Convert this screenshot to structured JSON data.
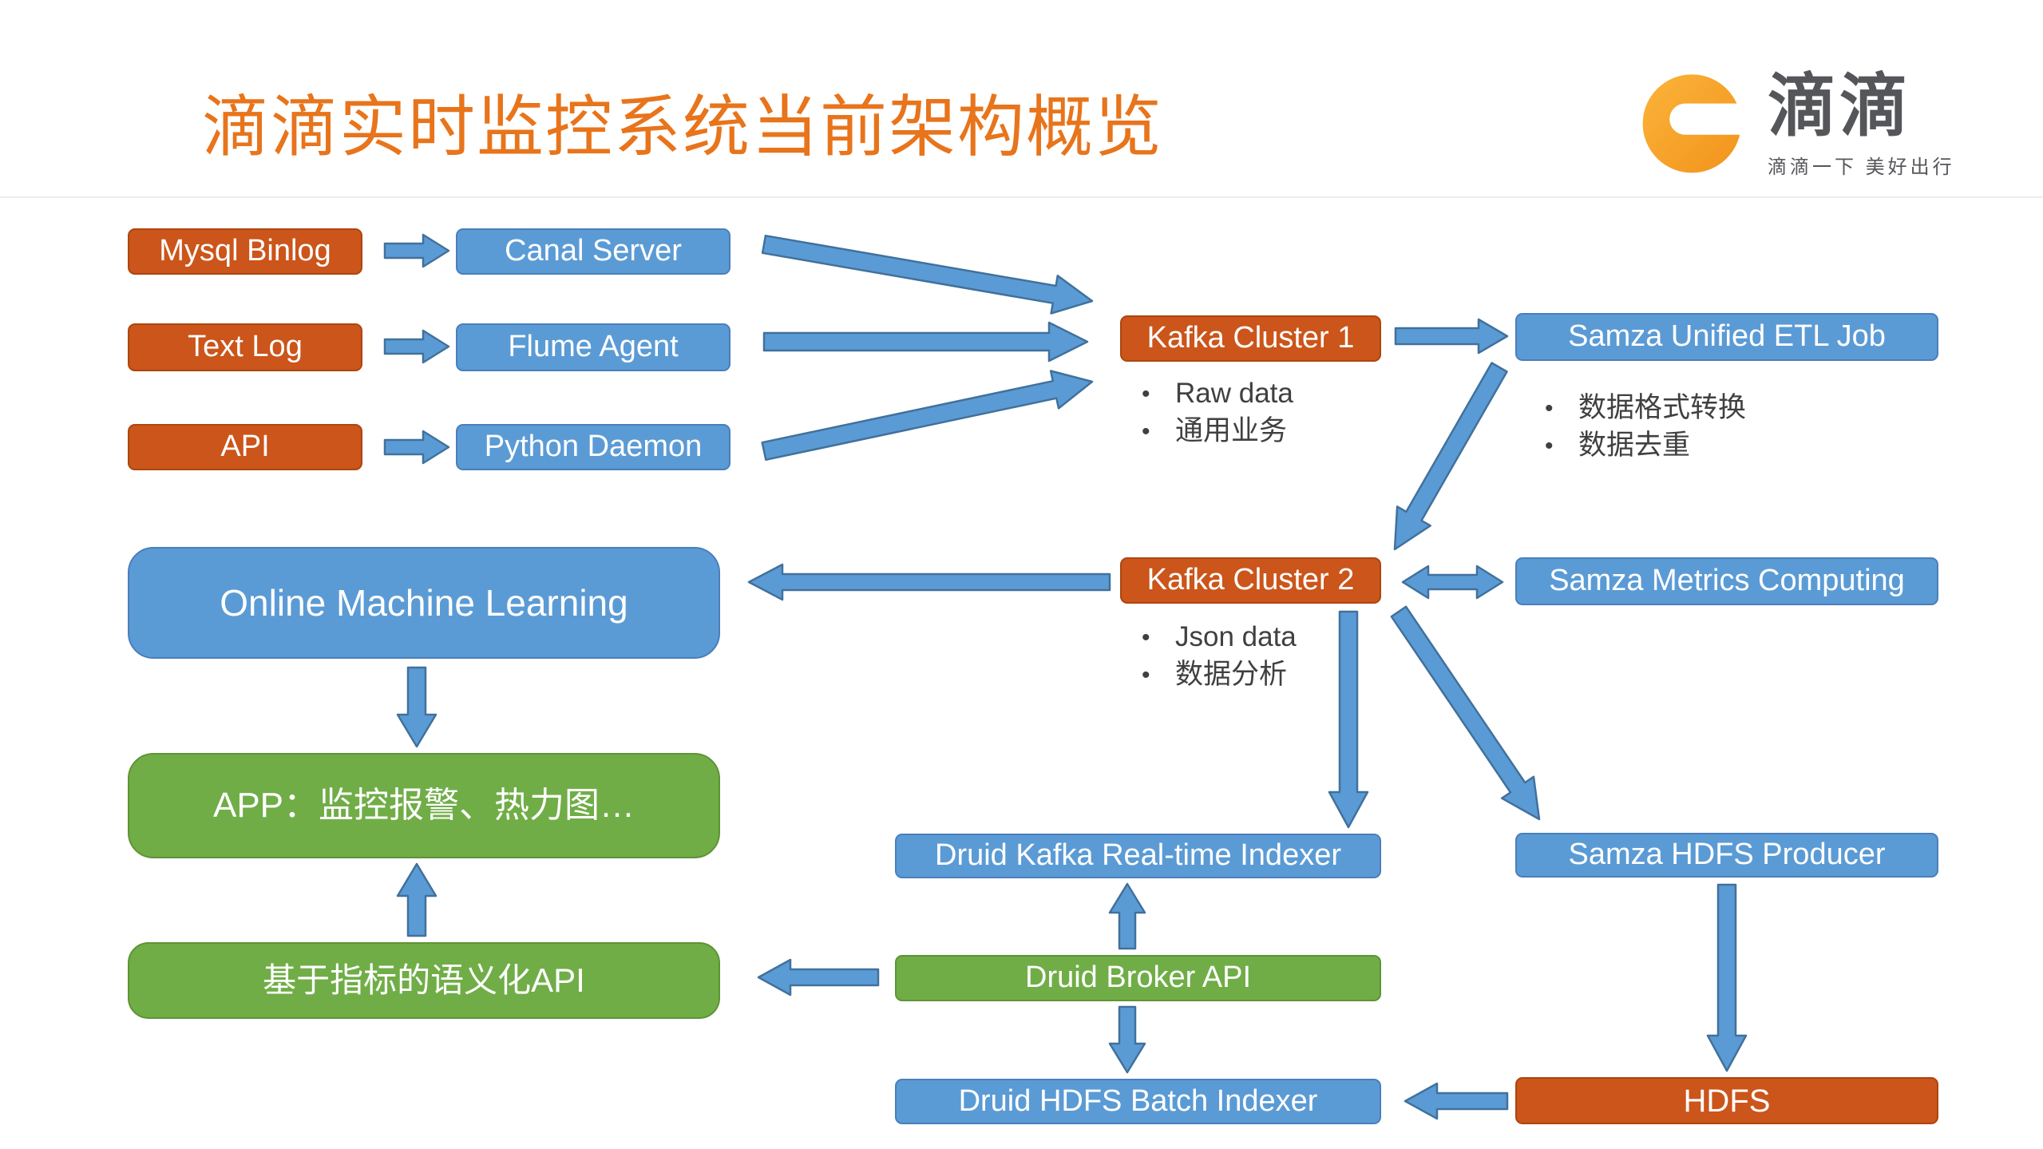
{
  "slide": {
    "title": "滴滴实时监控系统当前架构概览",
    "logo": {
      "brand": "滴滴",
      "tagline": "滴滴一下 美好出行"
    }
  },
  "colors": {
    "title": "#E8741B",
    "orange_box": "#CB551A",
    "blue_box": "#5B9BD5",
    "green_box": "#70AD47",
    "arrow_fill": "#5B9BD5",
    "arrow_border": "#41719C",
    "bullet_text": "#404040",
    "logo_orange": "#F7A21C",
    "logo_text": "#55565A"
  },
  "nodes": {
    "mysql_binlog": {
      "label": "Mysql Binlog"
    },
    "canal_server": {
      "label": "Canal Server"
    },
    "text_log": {
      "label": "Text Log"
    },
    "flume_agent": {
      "label": "Flume Agent"
    },
    "api": {
      "label": "API"
    },
    "python_daemon": {
      "label": "Python Daemon"
    },
    "kafka_cluster_1": {
      "label": "Kafka Cluster 1",
      "bullets": [
        "Raw data",
        "通用业务"
      ]
    },
    "samza_unified_etl_job": {
      "label": "Samza Unified ETL Job",
      "bullets": [
        "数据格式转换",
        "数据去重"
      ]
    },
    "kafka_cluster_2": {
      "label": "Kafka Cluster 2",
      "bullets": [
        "Json data",
        "数据分析"
      ]
    },
    "samza_metrics_computing": {
      "label": "Samza Metrics Computing"
    },
    "online_machine_learning": {
      "label": "Online Machine Learning"
    },
    "app": {
      "label": "APP：监控报警、热力图…"
    },
    "semantic_api": {
      "label": "基于指标的语义化API"
    },
    "druid_kafka_realtime_indexer": {
      "label": "Druid Kafka Real-time Indexer"
    },
    "druid_broker_api": {
      "label": "Druid Broker API"
    },
    "druid_hdfs_batch_indexer": {
      "label": "Druid HDFS Batch Indexer"
    },
    "samza_hdfs_producer": {
      "label": "Samza HDFS Producer"
    },
    "hdfs": {
      "label": "HDFS"
    }
  }
}
